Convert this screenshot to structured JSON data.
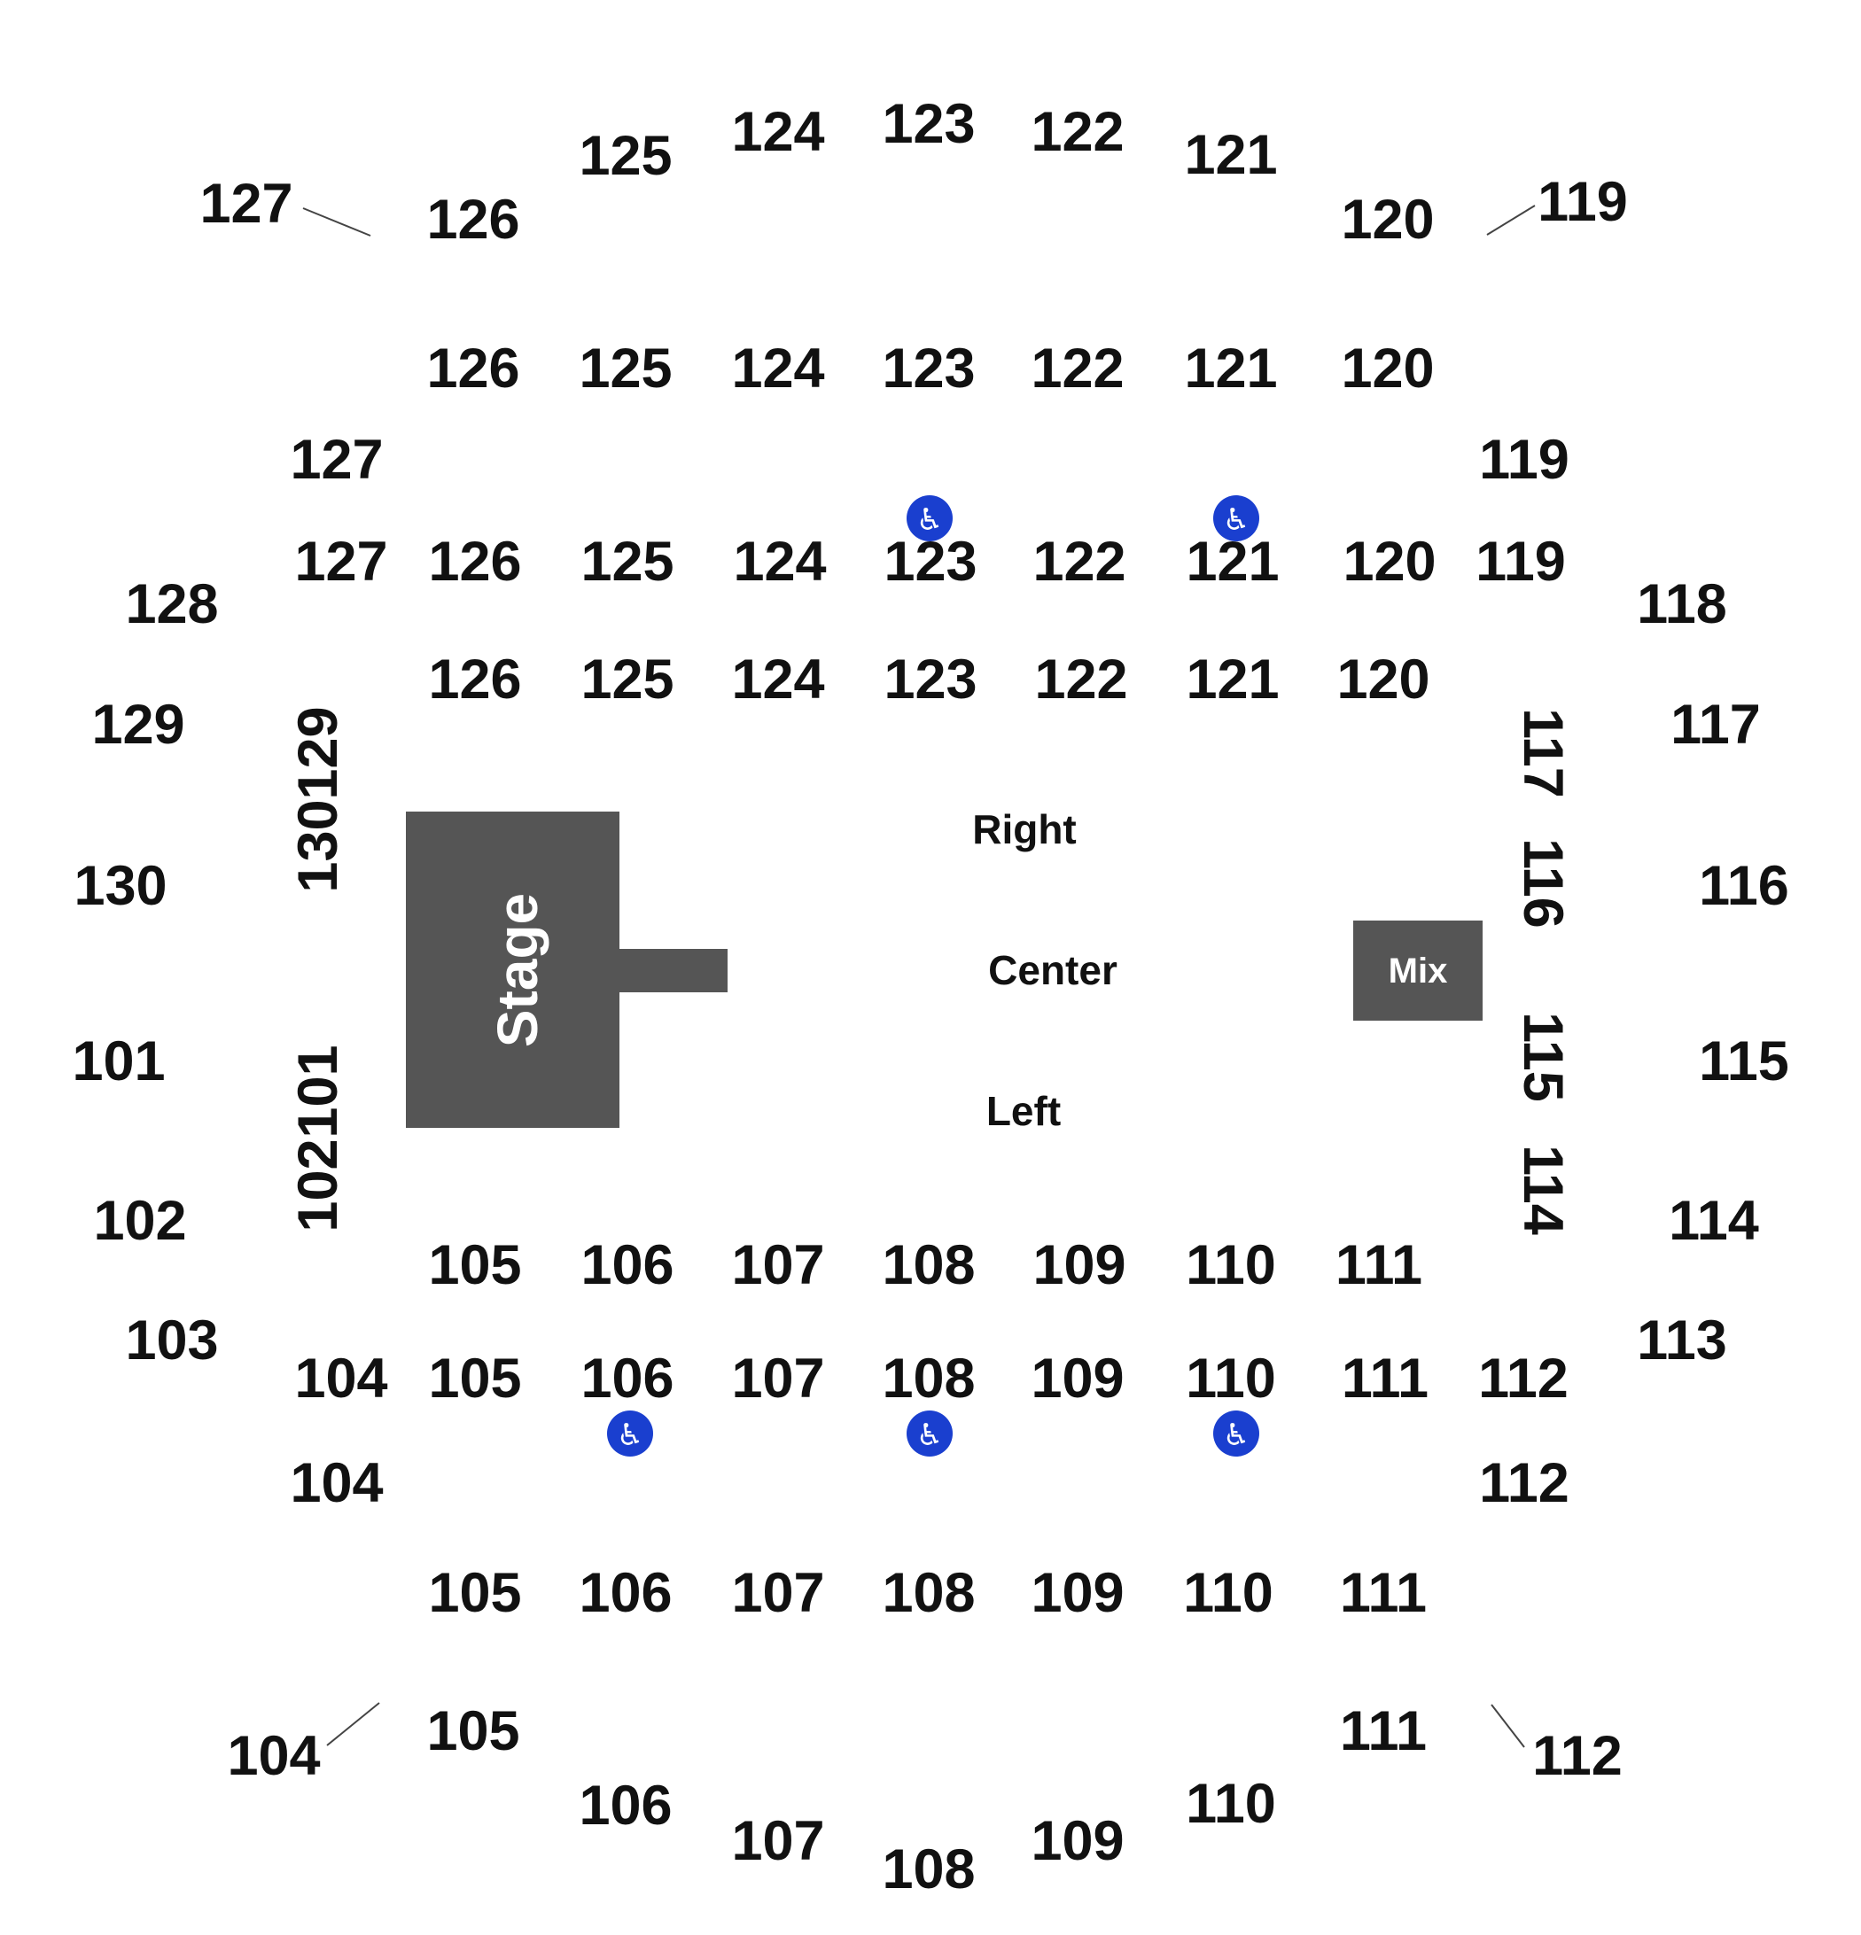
{
  "map": {
    "stage": {
      "label": "Stage"
    },
    "mix": {
      "label": "Mix"
    },
    "zones": [
      "Right",
      "Center",
      "Left"
    ],
    "accessible_icon": "wheelchair-accessible-icon",
    "colors": {
      "structure": "#555555",
      "accessible": "#1a3fcf",
      "text": "#111111"
    },
    "sections": [
      {
        "label": "127"
      },
      {
        "label": "126"
      },
      {
        "label": "125"
      },
      {
        "label": "124"
      },
      {
        "label": "123"
      },
      {
        "label": "122"
      },
      {
        "label": "121"
      },
      {
        "label": "120"
      },
      {
        "label": "119"
      },
      {
        "label": "126"
      },
      {
        "label": "125"
      },
      {
        "label": "124"
      },
      {
        "label": "123"
      },
      {
        "label": "122"
      },
      {
        "label": "121"
      },
      {
        "label": "120"
      },
      {
        "label": "127"
      },
      {
        "label": "119"
      },
      {
        "label": "127"
      },
      {
        "label": "126"
      },
      {
        "label": "125"
      },
      {
        "label": "124"
      },
      {
        "label": "123"
      },
      {
        "label": "122"
      },
      {
        "label": "121"
      },
      {
        "label": "120"
      },
      {
        "label": "119"
      },
      {
        "label": "128"
      },
      {
        "label": "118"
      },
      {
        "label": "126"
      },
      {
        "label": "125"
      },
      {
        "label": "124"
      },
      {
        "label": "123"
      },
      {
        "label": "122"
      },
      {
        "label": "121"
      },
      {
        "label": "120"
      },
      {
        "label": "129"
      },
      {
        "label": "117"
      },
      {
        "label": "130"
      },
      {
        "label": "116"
      },
      {
        "label": "101"
      },
      {
        "label": "115"
      },
      {
        "label": "102"
      },
      {
        "label": "114"
      },
      {
        "label": "129"
      },
      {
        "label": "130"
      },
      {
        "label": "101"
      },
      {
        "label": "102"
      },
      {
        "label": "117"
      },
      {
        "label": "116"
      },
      {
        "label": "115"
      },
      {
        "label": "114"
      },
      {
        "label": "105"
      },
      {
        "label": "106"
      },
      {
        "label": "107"
      },
      {
        "label": "108"
      },
      {
        "label": "109"
      },
      {
        "label": "110"
      },
      {
        "label": "111"
      },
      {
        "label": "103"
      },
      {
        "label": "113"
      },
      {
        "label": "104"
      },
      {
        "label": "105"
      },
      {
        "label": "106"
      },
      {
        "label": "107"
      },
      {
        "label": "108"
      },
      {
        "label": "109"
      },
      {
        "label": "110"
      },
      {
        "label": "111"
      },
      {
        "label": "112"
      },
      {
        "label": "104"
      },
      {
        "label": "112"
      },
      {
        "label": "105"
      },
      {
        "label": "106"
      },
      {
        "label": "107"
      },
      {
        "label": "108"
      },
      {
        "label": "109"
      },
      {
        "label": "110"
      },
      {
        "label": "111"
      },
      {
        "label": "104"
      },
      {
        "label": "105"
      },
      {
        "label": "111"
      },
      {
        "label": "112"
      },
      {
        "label": "106"
      },
      {
        "label": "110"
      },
      {
        "label": "107"
      },
      {
        "label": "109"
      },
      {
        "label": "108"
      }
    ]
  }
}
